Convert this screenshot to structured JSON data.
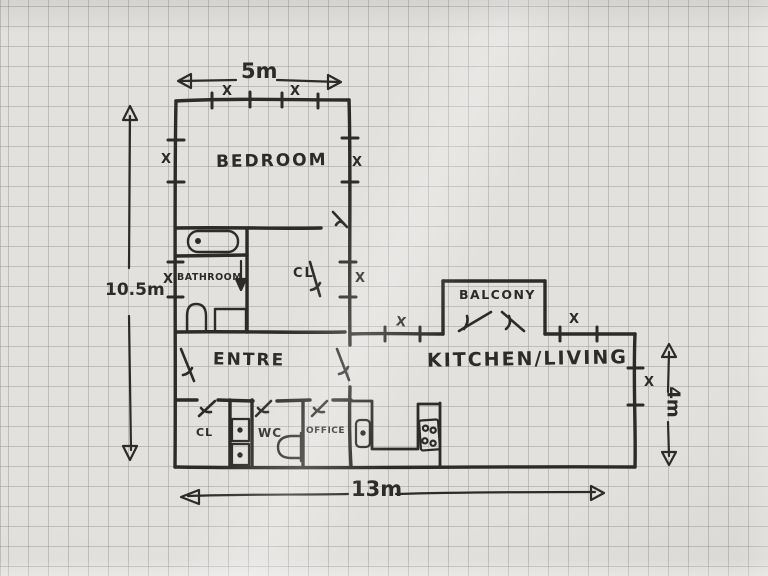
{
  "rooms": {
    "bedroom": "BEDROOM",
    "bathroom": "BATHROOM",
    "closet_upper": "CL",
    "entry": "ENTRE",
    "balcony": "BALCONY",
    "kitchen_living": "KITCHEN/LIVING",
    "closet_lower": "CL",
    "wc": "WC",
    "office": "OFFICE"
  },
  "dimensions": {
    "top_width": "5m",
    "left_height": "10.5m",
    "bottom_width": "13m",
    "right_height": "4m"
  },
  "windows": {
    "symbol": "X",
    "marks": [
      "X",
      "X",
      "X",
      "X",
      "X",
      "X",
      "X",
      "X",
      "X"
    ]
  },
  "colors": {
    "ink": "#2d2b28",
    "paper": "#e3e1de",
    "grid": "#8c8a8e"
  }
}
